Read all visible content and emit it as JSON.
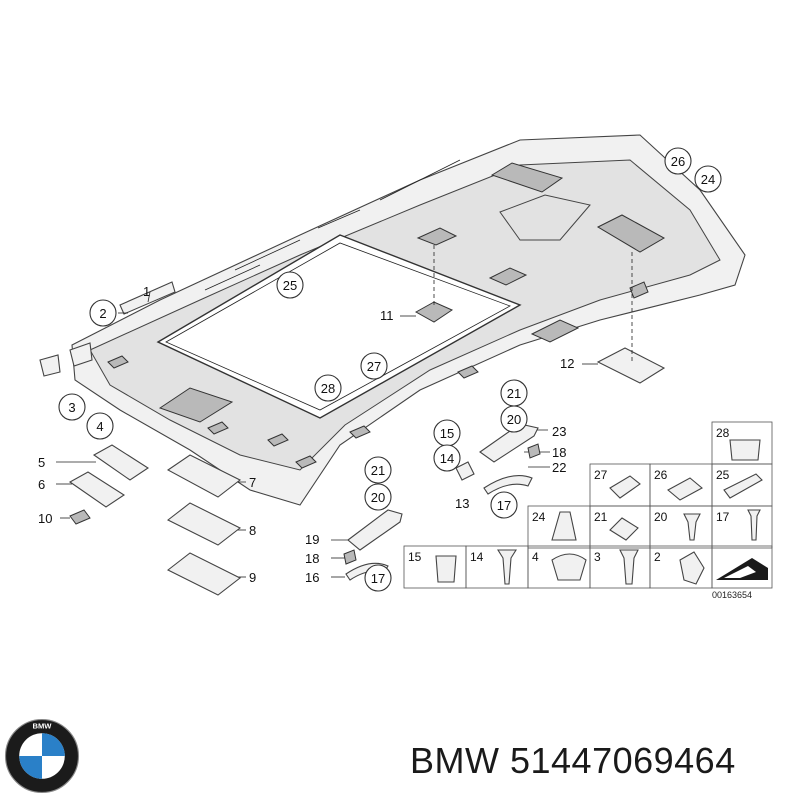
{
  "diagram": {
    "callouts": [
      "1",
      "2",
      "3",
      "4",
      "5",
      "6",
      "7",
      "8",
      "9",
      "10",
      "11",
      "12",
      "13",
      "14",
      "15",
      "16",
      "17",
      "18",
      "19",
      "20",
      "21",
      "22",
      "23",
      "24",
      "25",
      "26",
      "27",
      "28"
    ],
    "headliner_labels": {
      "l1": "1",
      "l2": "2",
      "l3": "3",
      "l4": "4",
      "l5": "5",
      "l6": "6",
      "l7": "7",
      "l8": "8",
      "l9": "9",
      "l10": "10",
      "l11": "11",
      "l12": "12",
      "l25": "25",
      "l26": "26",
      "l24": "24",
      "l27": "27",
      "l28": "28"
    },
    "cluster_right": {
      "c15": "15",
      "c14": "14",
      "c13": "13",
      "c17": "17",
      "c18": "18",
      "c20": "20",
      "c21": "21",
      "c22": "22",
      "c23": "23"
    },
    "cluster_left": {
      "c21": "21",
      "c20": "20",
      "c19": "19",
      "c18": "18",
      "c16": "16",
      "c17": "17"
    },
    "parts_table": {
      "row_top": [
        "28"
      ],
      "row_2": [
        "27",
        "26",
        "25"
      ],
      "row_3": [
        "24",
        "21",
        "20",
        "17"
      ],
      "row_4": [
        "15",
        "14",
        "4",
        "3",
        "2"
      ]
    },
    "drawing_code": "00163654"
  },
  "brand": {
    "logo_letters": "BMW",
    "caption": "BMW 51447069464"
  },
  "colors": {
    "line": "#333333",
    "part_fill": "#f1f1f1",
    "logo_blue": "#2a80c8"
  }
}
